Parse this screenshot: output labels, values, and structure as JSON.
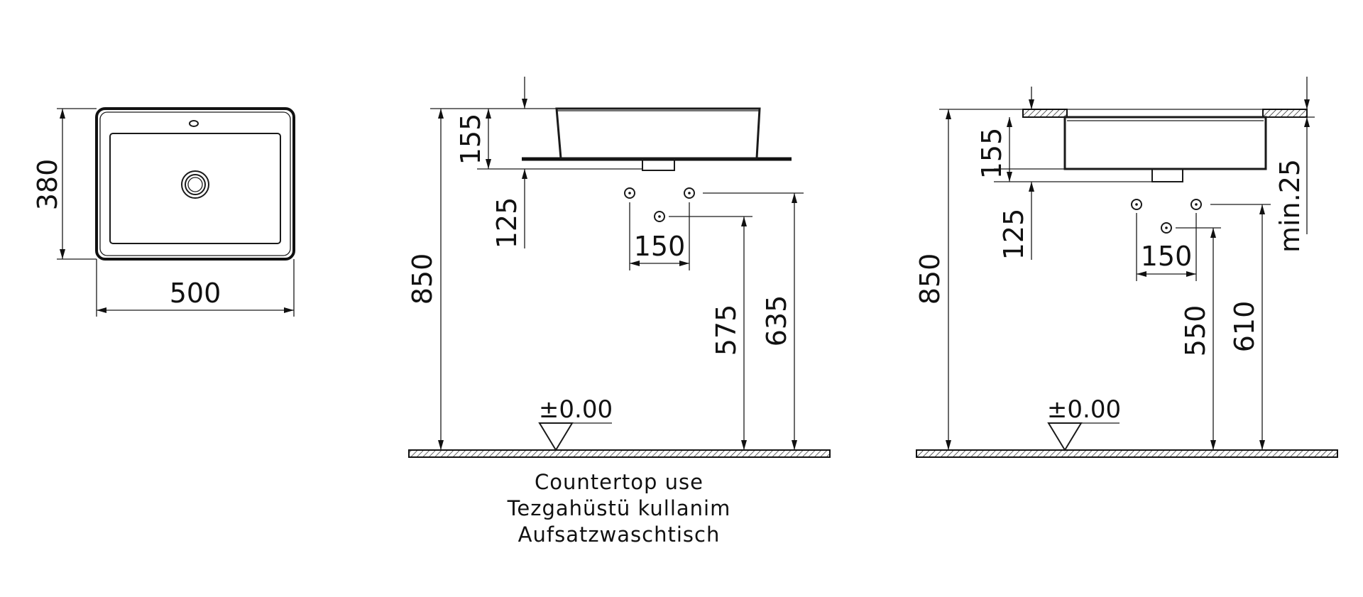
{
  "plan_view": {
    "width": "500",
    "depth": "380"
  },
  "countertop_view": {
    "bowl_height": "155",
    "tap_offset": "125",
    "total_height": "850",
    "pipe_spacing": "150",
    "lower_pipe_height": "575",
    "upper_pipe_height": "635",
    "floor_level": "±0.00",
    "caption_lines": [
      "Countertop use",
      "Tezgahüstü kullanim",
      "Aufsatzwaschtisch"
    ]
  },
  "inset_view": {
    "bowl_height": "155",
    "tap_offset": "125",
    "total_height": "850",
    "pipe_spacing": "150",
    "lower_pipe_height": "550",
    "upper_pipe_height": "610",
    "min_clearance": "min.25",
    "floor_level": "±0.00"
  }
}
